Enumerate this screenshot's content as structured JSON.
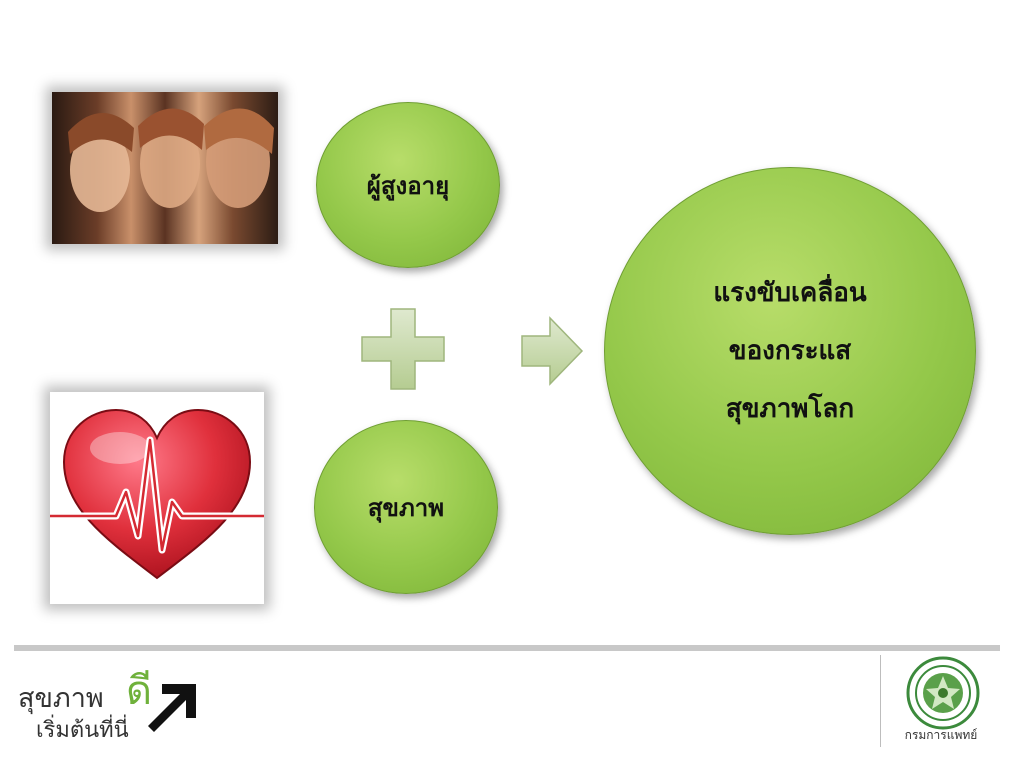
{
  "bubbles": {
    "elderly": "ผู้สูงอายุ",
    "health": "สุขภาพ",
    "driver_lines": [
      "แรงขับเคลื่อน",
      "ของกระแส",
      "สุขภาพโลก"
    ]
  },
  "footer": {
    "slogan_main": "สุขภาพ",
    "slogan_di": "ดี",
    "slogan_sub": "เริ่มต้นที่นี่",
    "department": "กรมการแพทย์"
  },
  "colors": {
    "bubble_green": "#94c84a",
    "accent_green": "#6fb13b",
    "plus_arrow_fill": "#c5d9a6",
    "heart_red": "#d9262e"
  },
  "icons": {
    "plus": "plus-icon",
    "arrow": "arrow-right-icon",
    "heart": "heart-icon",
    "seal": "department-seal-icon"
  }
}
